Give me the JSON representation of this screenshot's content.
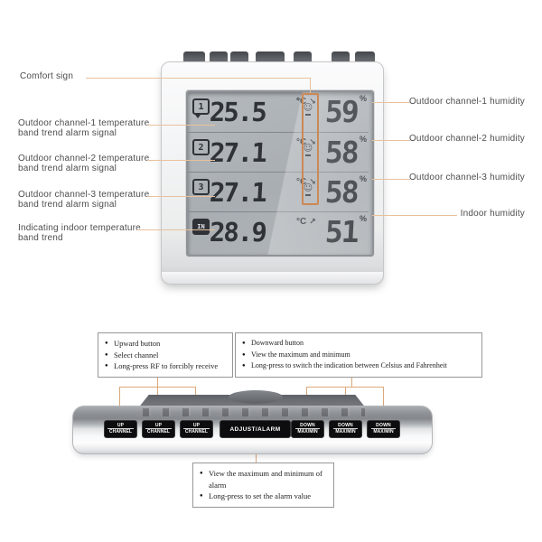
{
  "front_view": {
    "display": {
      "rows": [
        {
          "channel": "1",
          "temperature": "25.5",
          "temp_unit": "°C",
          "trend_glyph": "↘",
          "comfort_glyph": "☺",
          "humidity": "59",
          "humidity_unit": "%"
        },
        {
          "channel": "2",
          "temperature": "27.1",
          "temp_unit": "°C",
          "trend_glyph": "↘",
          "comfort_glyph": "☺",
          "humidity": "58",
          "humidity_unit": "%"
        },
        {
          "channel": "3",
          "temperature": "27.1",
          "temp_unit": "°C",
          "trend_glyph": "↘",
          "comfort_glyph": "☺",
          "humidity": "58",
          "humidity_unit": "%"
        },
        {
          "channel": "IN",
          "temperature": "28.9",
          "temp_unit": "°C",
          "trend_glyph": "↗",
          "humidity": "51",
          "humidity_unit": "%"
        }
      ]
    }
  },
  "annotations": {
    "left": [
      {
        "line1": "Comfort sign",
        "line2": ""
      },
      {
        "line1": "Outdoor channel-1 temperature",
        "line2": "band trend alarm signal"
      },
      {
        "line1": "Outdoor channel-2 temperature",
        "line2": "band trend alarm signal"
      },
      {
        "line1": "Outdoor channel-3 temperature",
        "line2": "band trend alarm signal"
      },
      {
        "line1": "Indicating indoor temperature",
        "line2": "band trend"
      }
    ],
    "right": [
      {
        "label": "Outdoor channel-1 humidity"
      },
      {
        "label": "Outdoor channel-2 humidity"
      },
      {
        "label": "Outdoor channel-3 humidity"
      },
      {
        "label": "Indoor humidity"
      }
    ]
  },
  "callout_boxes": {
    "up": {
      "items": [
        "Upward button",
        "Select channel",
        "Long-press RF to forcibly receive"
      ]
    },
    "down": {
      "items": [
        "Downward button",
        "View the maximum and minimum",
        "Long-press to switch the indication between Celsius  and Fahrenheit"
      ]
    },
    "adjust": {
      "items": [
        "View the maximum and minimum of alarm",
        "Long-press to set the alarm value"
      ]
    }
  },
  "bottom_view": {
    "buttons": [
      {
        "top": "UP",
        "bottom": "CHANNEL"
      },
      {
        "top": "UP",
        "bottom": "CHANNEL"
      },
      {
        "top": "UP",
        "bottom": "CHANNEL"
      },
      {
        "label": "ADJUST/ALARM"
      },
      {
        "top": "DOWN",
        "bottom": "MAX/MIN"
      },
      {
        "top": "DOWN",
        "bottom": "MAX/MIN"
      },
      {
        "top": "DOWN",
        "bottom": "MAX/MIN"
      }
    ]
  },
  "colors": {
    "annotation_line": "#e9c19c",
    "bracket_line": "#dba87b",
    "highlight_box": "#cc8855",
    "lcd_digit": "#2f3338",
    "button_bg": "#0d0d0f"
  }
}
